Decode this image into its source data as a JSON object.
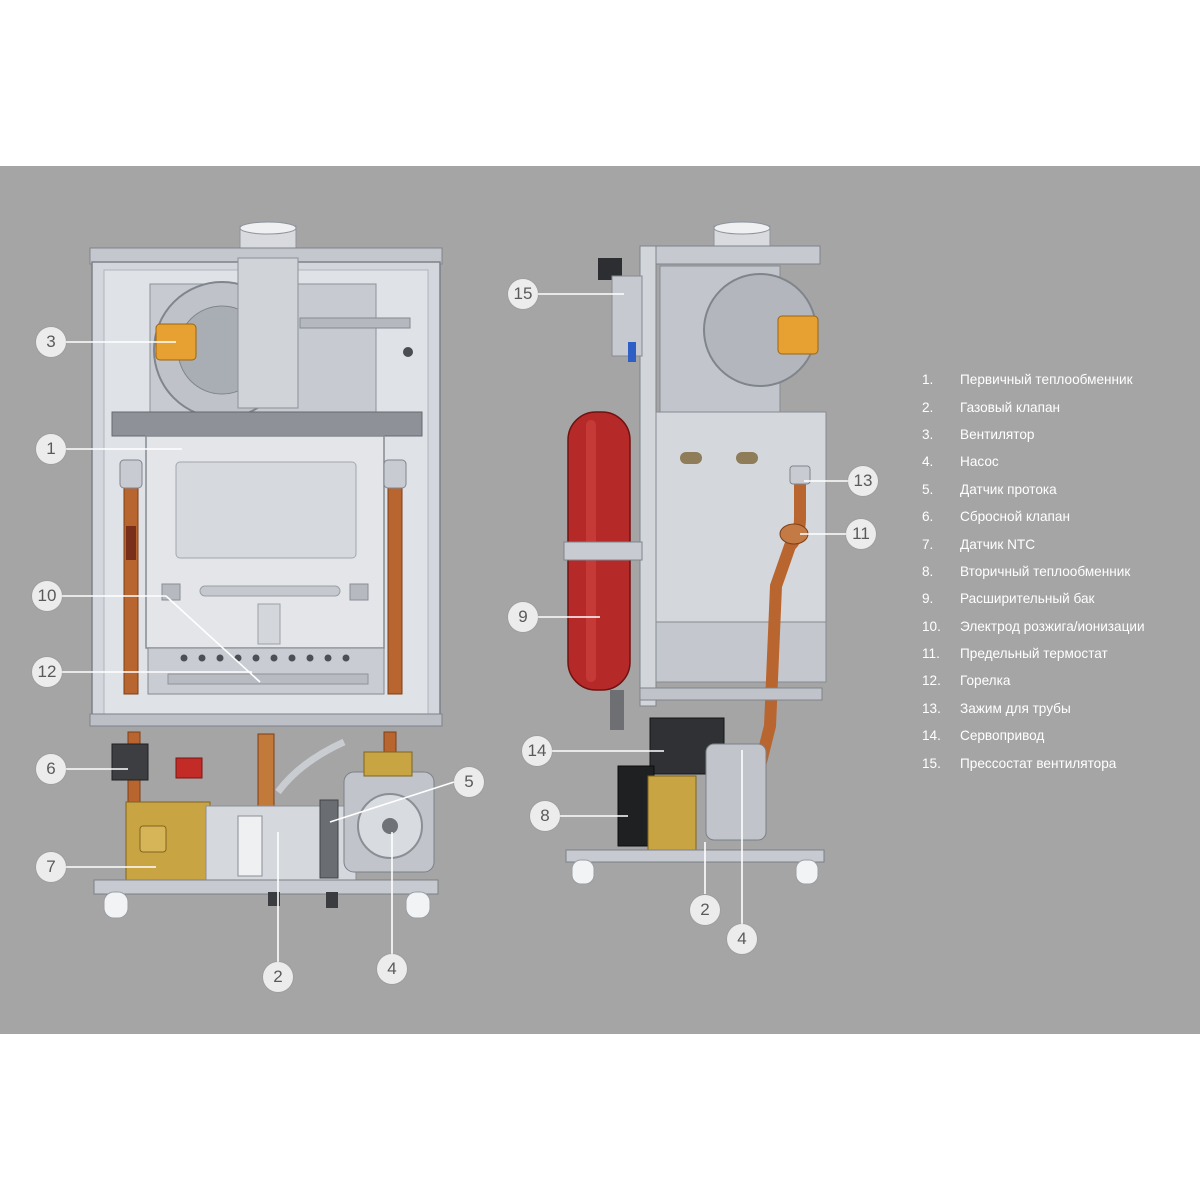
{
  "colors": {
    "background": "#a5a5a5",
    "casing": "#d3d6dc",
    "casing_dark": "#b9bdc4",
    "copper": "#b8652f",
    "brass": "#c9a443",
    "fan_motor": "#e7a132",
    "expansion_tank": "#b52a28",
    "callout_fill": "#ececec",
    "callout_text": "#5a5a5a",
    "legend_text": "#ffffff"
  },
  "callouts": {
    "front_3": "3",
    "front_1": "1",
    "front_10": "10",
    "front_12": "12",
    "front_6": "6",
    "front_7": "7",
    "front_5": "5",
    "front_2": "2",
    "front_4": "4",
    "side_15": "15",
    "side_9": "9",
    "side_14": "14",
    "side_8": "8",
    "side_2": "2",
    "side_4": "4",
    "side_13": "13",
    "side_11": "11"
  },
  "legend": [
    {
      "num": "1.",
      "label": "Первичный теплообменник"
    },
    {
      "num": "2.",
      "label": "Газовый клапан"
    },
    {
      "num": "3.",
      "label": "Вентилятор"
    },
    {
      "num": "4.",
      "label": "Насос"
    },
    {
      "num": "5.",
      "label": "Датчик протока"
    },
    {
      "num": "6.",
      "label": "Сбросной клапан"
    },
    {
      "num": "7.",
      "label": "Датчик NTC"
    },
    {
      "num": "8.",
      "label": "Вторичный теплообменник"
    },
    {
      "num": "9.",
      "label": "Расширительный бак"
    },
    {
      "num": "10.",
      "label": "Электрод розжига/ионизации"
    },
    {
      "num": "11.",
      "label": "Предельный термостат"
    },
    {
      "num": "12.",
      "label": "Горелка"
    },
    {
      "num": "13.",
      "label": "Зажим для трубы"
    },
    {
      "num": "14.",
      "label": "Сервопривод"
    },
    {
      "num": "15.",
      "label": "Прессостат вентилятора"
    }
  ]
}
